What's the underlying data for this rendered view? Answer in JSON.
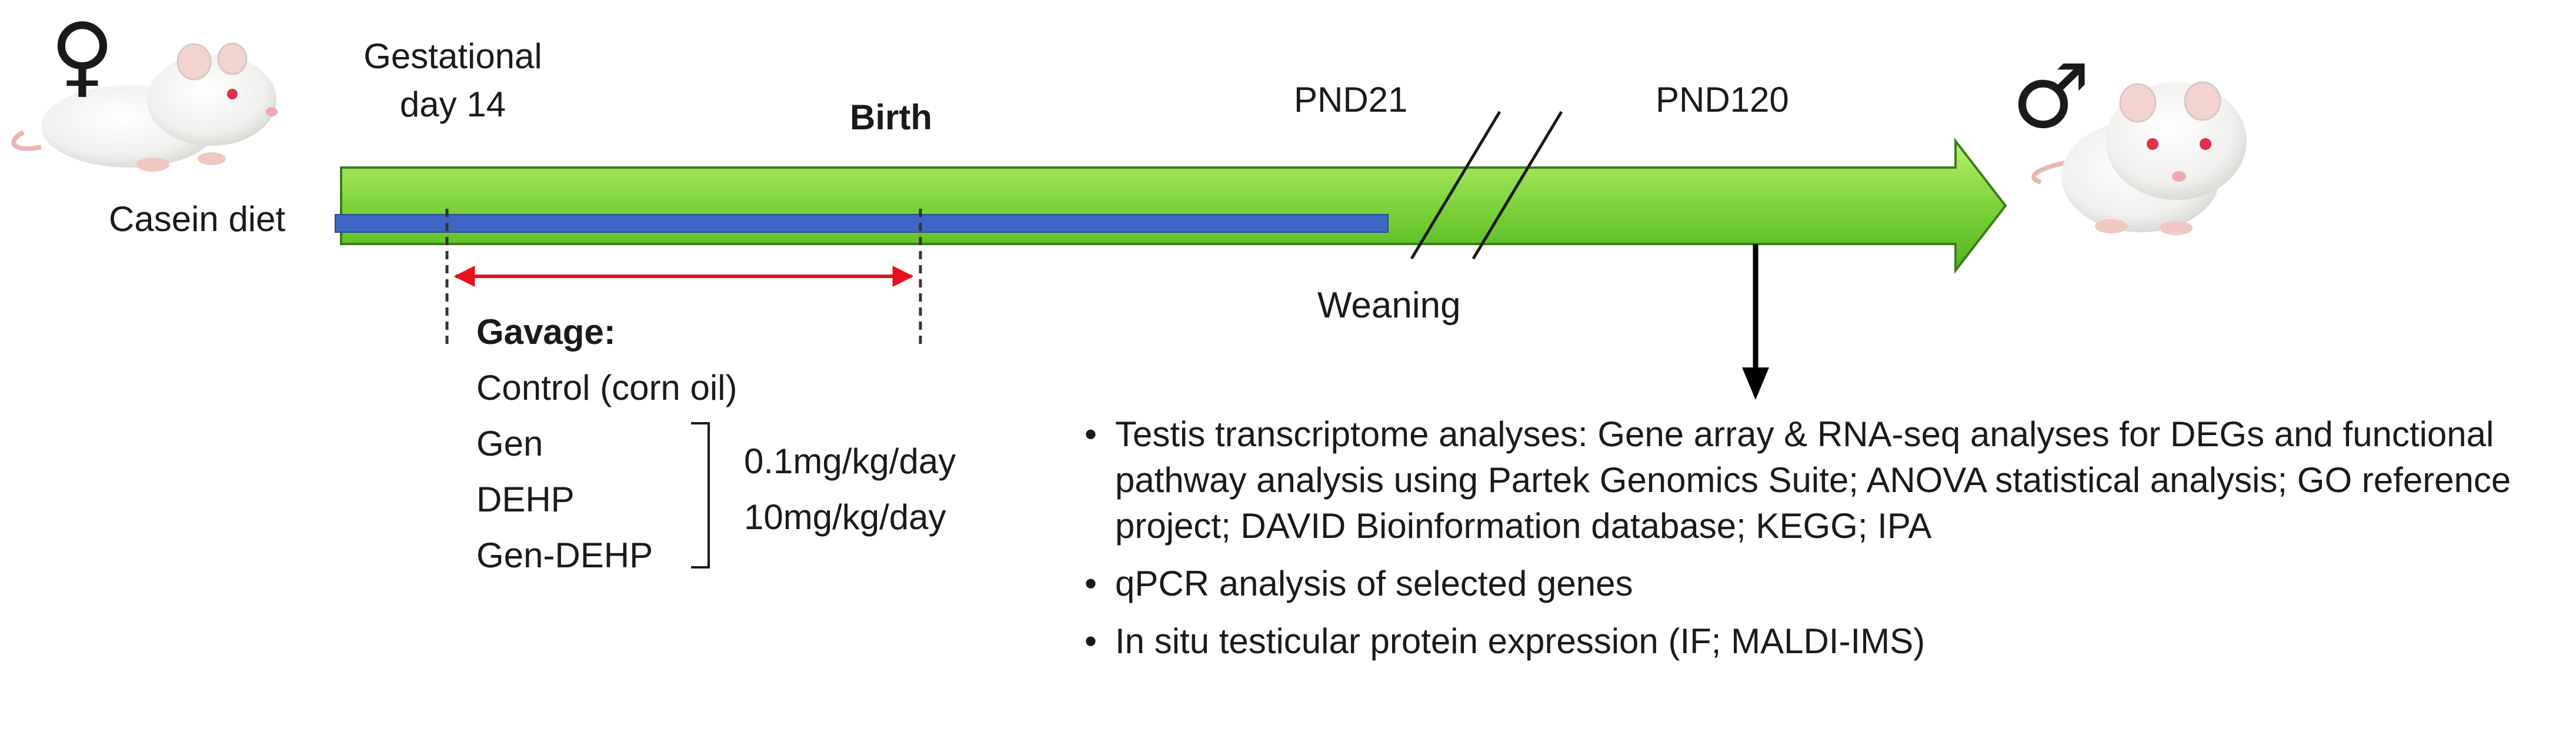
{
  "timeline": {
    "female_symbol": "♀",
    "male_symbol": "♂",
    "gestational_label": "Gestational\nday 14",
    "birth_label": "Birth",
    "pnd21_label": "PND21",
    "pnd120_label": "PND120",
    "diet_label": "Casein diet",
    "weaning_label": "Weaning"
  },
  "gavage": {
    "title": "Gavage:",
    "groups": [
      "Control (corn oil)",
      "Gen",
      "DEHP",
      "Gen-DEHP"
    ],
    "doses": [
      "0.1mg/kg/day",
      "10mg/kg/day"
    ]
  },
  "analyses": [
    "Testis transcriptome analyses: Gene array & RNA-seq analyses for DEGs and functional pathway analysis using Partek Genomics Suite; ANOVA statistical analysis; GO reference project; DAVID Bioinformation database; KEGG; IPA",
    "qPCR analysis of selected genes",
    "In situ testicular protein expression (IF; MALDI-IMS)"
  ],
  "colors": {
    "arrow_green_light": "#a6e85a",
    "arrow_green_dark": "#4fb51f",
    "diet_bar_blue": "#3f66c2",
    "gavage_red": "#e8101a"
  }
}
